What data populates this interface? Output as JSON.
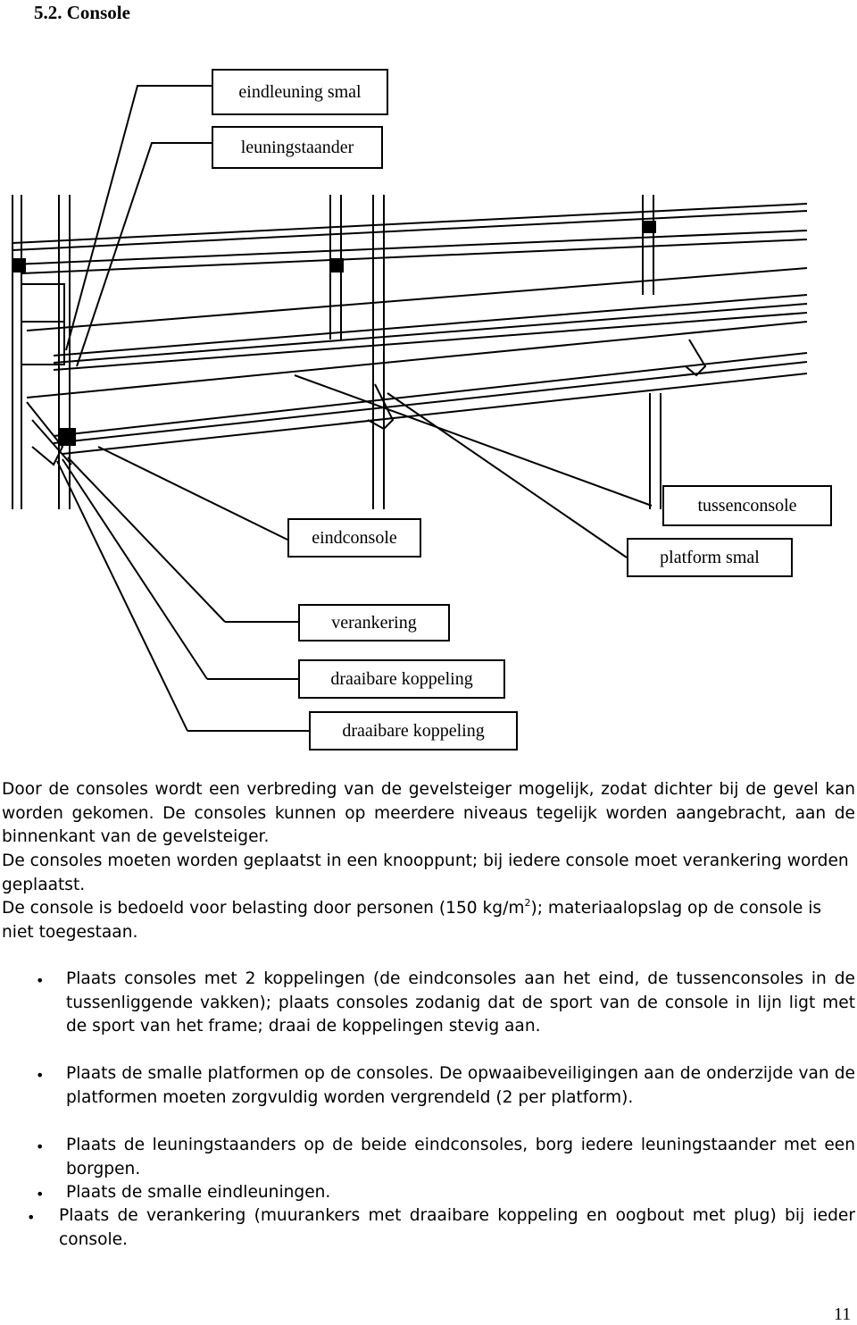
{
  "section": {
    "heading": "5.2. Console"
  },
  "figure": {
    "labels": {
      "eindleuning_smal": "eindleuning smal",
      "leuningstaander": "leuningstaander",
      "tussenconsole": "tussenconsole",
      "eindconsole": "eindconsole",
      "platform_smal": "platform smal",
      "verankering": "verankering",
      "draaibare_koppeling_1": "draaibare koppeling",
      "draaibare_koppeling_2": "draaibare koppeling"
    }
  },
  "body": {
    "p1": "Door de consoles wordt een verbreding van de gevelsteiger mogelijk, zodat dichter bij de gevel kan worden gekomen. De consoles kunnen op meerdere niveaus tegelijk worden aangebracht, aan de binnenkant van de gevelsteiger.",
    "p2": "De consoles moeten worden geplaatst in een knooppunt; bij iedere console moet verankering worden geplaatst.",
    "p3_pre": "De console is bedoeld voor belasting door personen (150 kg/m",
    "p3_sup": "2",
    "p3_post": "); materiaalopslag op de console is niet toegestaan."
  },
  "bullets": [
    "Plaats consoles met 2 koppelingen (de eindconsoles aan het eind, de tussenconsoles in de tussenliggende vakken); plaats consoles zodanig dat de sport van de console in lijn ligt met de sport van het frame; draai de koppelingen stevig aan.",
    "Plaats de smalle platformen op de consoles. De opwaaibeveiligingen aan de onderzijde van de platformen moeten zorgvuldig worden vergrendeld (2 per platform).",
    "Plaats de leuningstaanders op de beide eindconsoles, borg iedere leuningstaander met een borgpen.",
    "Plaats de smalle eindleuningen.",
    "Plaats de verankering (muurankers met draaibare koppeling en oogbout met plug) bij ieder console."
  ],
  "bullet_symbol": "•",
  "page": {
    "number": "11"
  }
}
